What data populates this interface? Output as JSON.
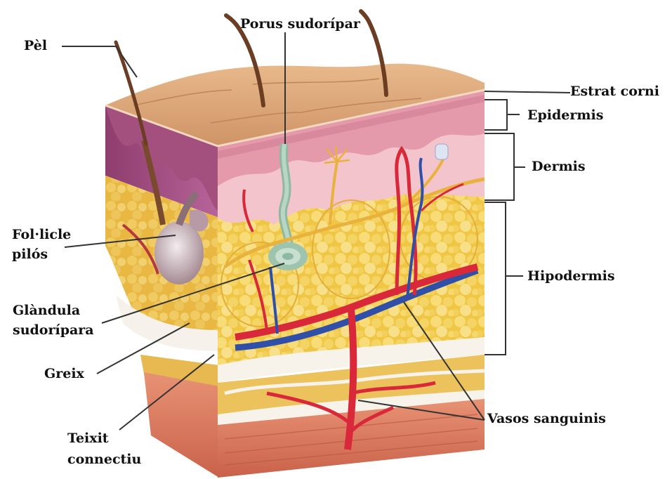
{
  "labels": {
    "hair": "Pèl",
    "sweat_pore": "Porus sudorípar",
    "stratum_corneum": "Estrat corni",
    "epidermis": "Epidermis",
    "dermis": "Dermis",
    "hypodermis": "Hipodermis",
    "hair_follicle_line1": "Fol·licle",
    "hair_follicle_line2": "pilós",
    "sweat_gland_line1": "Glàndula",
    "sweat_gland_line2": "sudorípara",
    "fat": "Greix",
    "connective_tissue_line1": "Teixit",
    "connective_tissue_line2": "connectiu",
    "blood_vessels": "Vasos sanguinis"
  },
  "colors": {
    "skin_surface": "#d9a274",
    "epidermis": "#e9a6b0",
    "dermis": "#f4c6cc",
    "fat": "#f2cf52",
    "muscle": "#d9775a",
    "artery": "#d8283a",
    "vein": "#2f4fa8",
    "nerve": "#e9b23c",
    "hair": "#6b3d22",
    "sweat_gland": "#9ec4ae"
  }
}
